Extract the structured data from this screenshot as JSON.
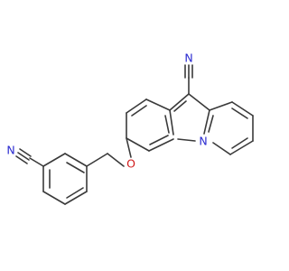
{
  "molecule": {
    "atom_labels": {
      "nitrile_top": "N",
      "nitrile_left": "N",
      "ether_oxygen": "O",
      "ring_nitrogen": "N"
    },
    "colors": {
      "bond": "#3a3a3a",
      "nitrogen": "#2a2ad0",
      "oxygen": "#d01a1a"
    }
  }
}
